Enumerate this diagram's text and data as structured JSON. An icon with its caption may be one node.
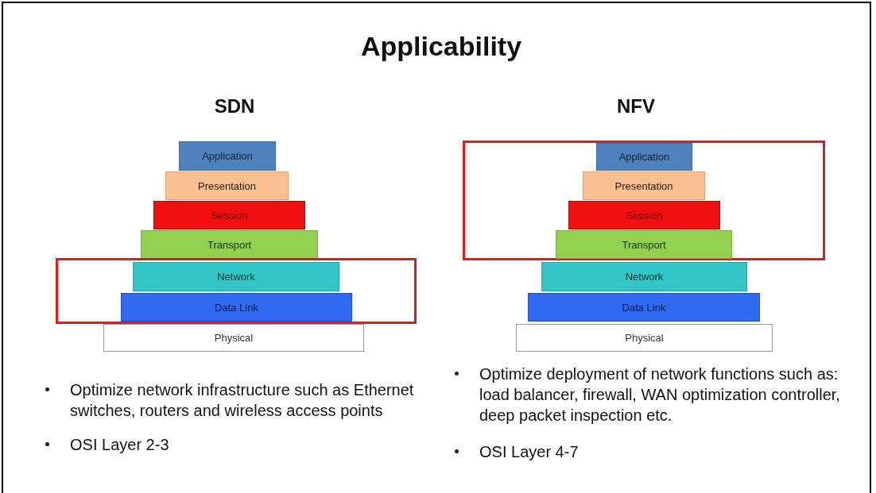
{
  "diagram": {
    "nodes": [
      {
        "text": [
          "Application"
        ]
      },
      {
        "text": [
          "Presentation"
        ]
      },
      {
        "text": [
          "Session"
        ]
      },
      {
        "text": [
          "Transport"
        ]
      },
      {
        "text": [],
        "shape": "box"
      },
      {
        "text": [
          "Network"
        ],
        "in": 4
      },
      {
        "text": [
          "Data Link"
        ],
        "in": 4
      },
      {
        "text": [
          "Physical"
        ]
      },
      {
        "text": [],
        "shape": "box"
      },
      {
        "text": [
          "Application"
        ],
        "in": 8
      },
      {
        "text": [
          "Presentation"
        ],
        "in": 8
      },
      {
        "text": [
          "Session"
        ],
        "in": 8
      },
      {
        "text": [
          "Transport"
        ],
        "in": 8
      },
      {
        "text": [
          "Network"
        ]
      },
      {
        "text": [
          "Data Link"
        ]
      },
      {
        "text": [
          "Physical"
        ]
      }
    ],
    "edges": [],
    "labels": [
      "Applicability",
      "SDN",
      "NFV",
      "Optimize network infrastructure such as Ethernet switches, routers and wireless access points",
      "OSI Layer 2-3",
      "Optimize deployment of network functions such as: load balancer, firewall, WAN optimization controller, deep packet inspection etc.",
      "OSI Layer 4-7"
    ]
  }
}
